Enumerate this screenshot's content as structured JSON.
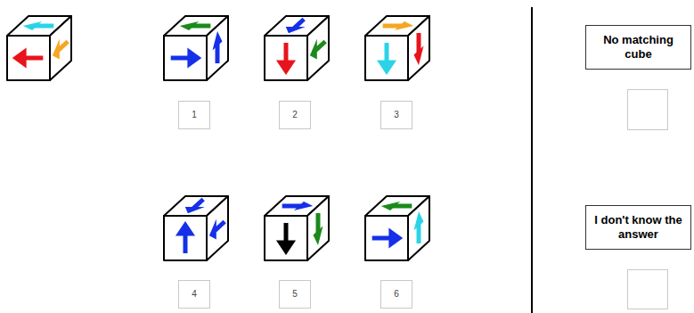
{
  "diagram": {
    "nodes": [
      {
        "text": [
          "1"
        ]
      },
      {
        "text": [
          "2"
        ]
      },
      {
        "text": [
          "3"
        ]
      },
      {
        "text": [
          "No matching cube"
        ]
      },
      {
        "text": [
          "4"
        ]
      },
      {
        "text": [
          "5"
        ]
      },
      {
        "text": [
          "6"
        ]
      },
      {
        "text": [
          "I don't know the answer"
        ]
      }
    ]
  }
}
